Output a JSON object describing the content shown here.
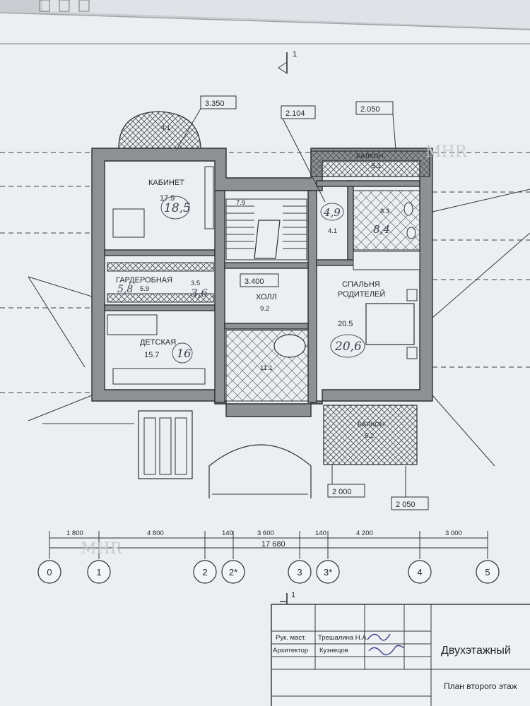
{
  "title_block": {
    "row1_role": "Рук. маст.",
    "row1_name": "Трешалина Н.А.",
    "row2_role": "Архитектор",
    "row2_name": "Кузнецов",
    "project_title": "Двухэтажный",
    "sheet_title": "План второго этаж"
  },
  "section_mark": "1",
  "watermark": "MHR",
  "leaders": [
    "3.350",
    "2.104",
    "2.050",
    "2 000",
    "2 050"
  ],
  "rooms": {
    "cabinet": {
      "name": "КАБИНЕТ",
      "area": "17.9",
      "note": "18,5"
    },
    "wardrobe": {
      "name": "ГАРДЕРОБНАЯ",
      "area": "5.9",
      "note": "5,8"
    },
    "corridor": {
      "area": "3.5",
      "note": "3,6"
    },
    "kids": {
      "name": "ДЕТСКАЯ",
      "area": "15.7",
      "note": "16"
    },
    "hall": {
      "name": "ХОЛЛ",
      "area": "9.2",
      "level": "3.400"
    },
    "bath": {
      "area": "11.1"
    },
    "stair": {
      "area": "7.9"
    },
    "wc": {
      "area": "4.1",
      "note": "4,9"
    },
    "master_bath": {
      "area": "8.3",
      "note": "8,4"
    },
    "bedroom": {
      "name_line1": "СПАЛЬНЯ",
      "name_line2": "РОДИТЕЛЕЙ",
      "area": "20.5",
      "note": "20,6"
    },
    "bay": {
      "area": "4.1"
    },
    "balcony_top": {
      "name": "БАЛКОН",
      "area": "5.1"
    },
    "balcony_bottom": {
      "name": "БАЛКОН",
      "area": "5.2"
    }
  },
  "dimensions": {
    "segments": [
      "1 800",
      "4 800",
      "140",
      "3 600",
      "140",
      "4 200",
      "3 000"
    ],
    "total": "17 680"
  },
  "axes": [
    "0",
    "1",
    "2",
    "2*",
    "3",
    "3*",
    "4",
    "5"
  ]
}
